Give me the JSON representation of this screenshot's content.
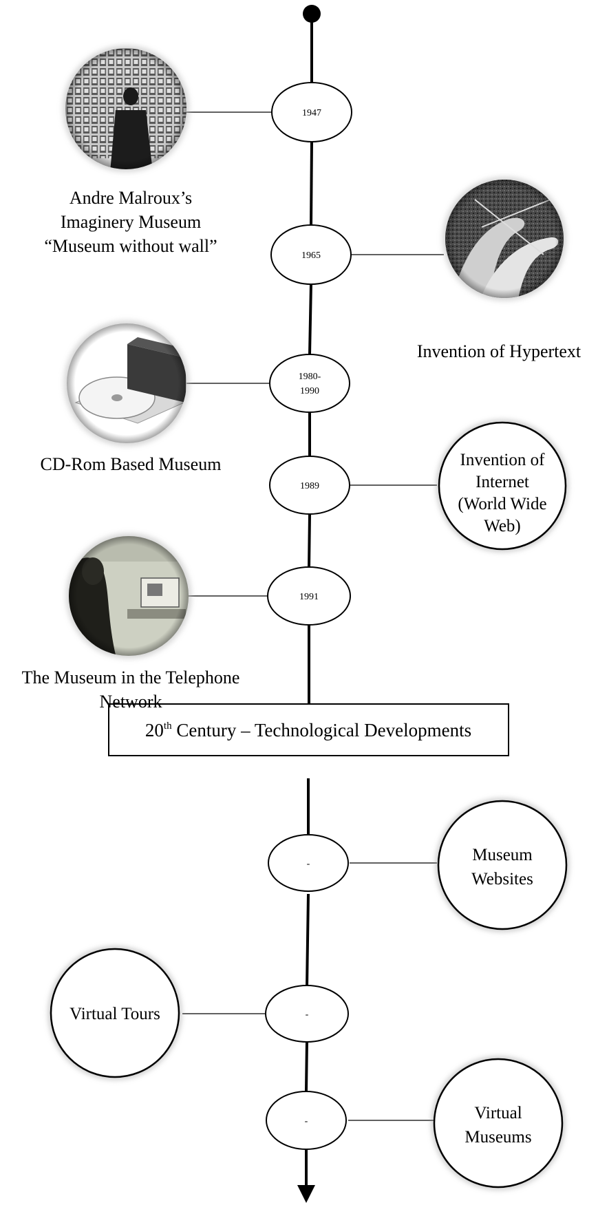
{
  "timeline": {
    "year_nodes": [
      {
        "id": "1947",
        "label": "1947"
      },
      {
        "id": "1965",
        "label": "1965"
      },
      {
        "id": "1980",
        "label_lines": [
          "1980-",
          "1990"
        ]
      },
      {
        "id": "1989",
        "label": "1989"
      },
      {
        "id": "1991",
        "label": "1991"
      },
      {
        "id": "m1",
        "label": "-"
      },
      {
        "id": "m2",
        "label": "-"
      },
      {
        "id": "m3",
        "label": "-"
      }
    ],
    "center_box": {
      "prefix": "20",
      "superscript": "th",
      "suffix": " Century – Technological Developments"
    },
    "photo_captions": {
      "malraux": [
        "Andre Malroux’s",
        "Imaginery Museum",
        "“Museum without wall”"
      ],
      "hypertext": [
        "Invention of Hypertext"
      ],
      "cdrom": [
        "CD-Rom Based Museum"
      ],
      "telephone": [
        "The Museum in the Telephone",
        "Network"
      ]
    },
    "circle_labels": {
      "internet": [
        "Invention of",
        "Internet",
        "(World Wide",
        "Web)"
      ],
      "websites": [
        "Museum",
        "Websites"
      ],
      "tours": [
        "Virtual Tours"
      ],
      "virtual_museums": [
        "Virtual",
        "Museums"
      ]
    },
    "photos": {
      "malraux": "grayscale photo of man before wall of pictures",
      "hypertext": "grayscale photo of hands touching screen",
      "cdrom": "photo of CD-ROM drive",
      "telephone": "sepia photo of woman on telephone with terminal"
    }
  }
}
